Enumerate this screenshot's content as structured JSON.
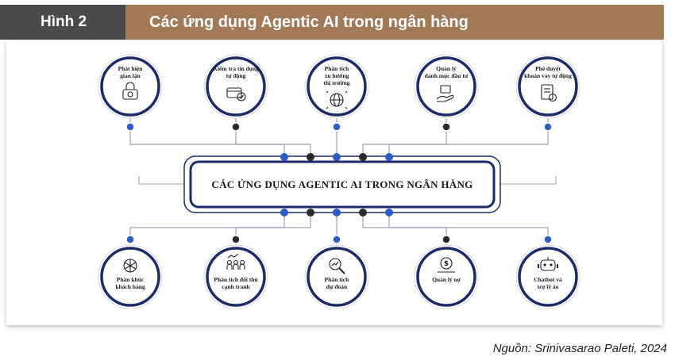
{
  "header": {
    "figure_label": "Hình 2",
    "title": "Các ứng dụng Agentic AI trong ngân hàng"
  },
  "center": {
    "label": "CÁC ỨNG DỤNG AGENTIC AI TRONG NGÂN HÀNG"
  },
  "top_nodes": [
    {
      "lines": [
        "Phát hiện",
        "gian lận"
      ],
      "icon": "fraud-detection-icon",
      "dot": "blue"
    },
    {
      "lines": [
        "Kiểm tra tín dụng",
        "tự động"
      ],
      "icon": "credit-card-check-icon",
      "dot": "black"
    },
    {
      "lines": [
        "Phân tích",
        "xu hướng",
        "thị trường"
      ],
      "icon": "market-globe-icon",
      "dot": "blue"
    },
    {
      "lines": [
        "Quản lý",
        "danh mục đầu tư"
      ],
      "icon": "portfolio-hand-icon",
      "dot": "black"
    },
    {
      "lines": [
        "Phê duyệt",
        "khoản vay tự động"
      ],
      "icon": "loan-document-icon",
      "dot": "blue"
    }
  ],
  "bottom_nodes": [
    {
      "lines": [
        "Phân khúc",
        "khách hàng"
      ],
      "icon": "segmentation-wheel-icon",
      "dot": "blue"
    },
    {
      "lines": [
        "Phân tích đối thủ",
        "cạnh tranh"
      ],
      "icon": "competitor-people-icon",
      "dot": "black"
    },
    {
      "lines": [
        "Phân tích",
        "dự đoán"
      ],
      "icon": "predictive-search-icon",
      "dot": "blue"
    },
    {
      "lines": [
        "Quản lý nợ"
      ],
      "icon": "debt-money-icon",
      "dot": "black"
    },
    {
      "lines": [
        "Chatbot và",
        "trợ lý ảo"
      ],
      "icon": "chatbot-icon",
      "dot": "blue"
    }
  ],
  "source": "Nguồn: Srinivasarao Paleti, 2024",
  "colors": {
    "navy": "#1d2b6b",
    "blue_dot": "#2d5cc7",
    "black_dot": "#2a2a2a",
    "line": "#9aa0ad"
  }
}
